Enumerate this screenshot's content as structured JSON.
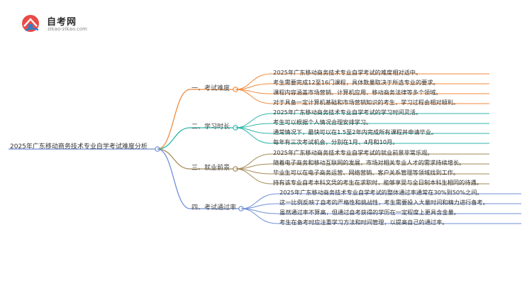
{
  "logo": {
    "name": "自考网",
    "url": "zikao-zikao.com"
  },
  "root": "2025年广东移动商务技术专业自学考试难度分析",
  "branches": [
    {
      "label": "一、考试难度",
      "color": "#f08a3c",
      "items": [
        "2025年广东移动商务技术专业自学考试的难度相对适中。",
        "考生需要完成12至16门课程，具体数量取决于所选专业的要求。",
        "课程内容涵盖市场营销、计算机应用、移动商务法律等多个领域。",
        "对于具备一定计算机基础和市场营销知识的考生，学习过程会相对顺利。"
      ]
    },
    {
      "label": "二、学习时长",
      "color": "#2fb6a8",
      "items": [
        "2025年广东移动商务技术专业自学考试的学习时间灵活。",
        "考生可以根据个人情况合理安排学习。",
        "通常情况下，最快可以在1.5至2年内完成所有课程并申请毕业。",
        "每年有三次考试机会，分别在1月、4月和10月。"
      ]
    },
    {
      "label": "三、就业前景",
      "color": "#a58a56",
      "items": [
        "2025年广东移动商务技术专业自学考试的就业前景非常乐观。",
        "随着电子商务和移动互联网的发展，市场对相关专业人才的需求持续增长。",
        "毕业生可以在电子商务运营、网络营销、客户关系管理等领域找到工作。",
        "持有该专业自考本科文凭的考生在求职时，能够享受与全日制本科生相同的待遇。"
      ]
    },
    {
      "label": "四、考试通过率",
      "color": "#6f8fd8",
      "items": [
        "2025年广东移动商务技术专业自学考试的整体通过率通常在30%到50%之间。",
        "这一比例反映了自考的严格性和挑战性，考生需要投入大量时间和精力进行备考。",
        "虽然通过率不算高，但通过自考获得的学历在一定程度上更具含金量。",
        "考生在备考时应注重学习方法和时间管理，以提高自己的通过率。"
      ]
    }
  ]
}
